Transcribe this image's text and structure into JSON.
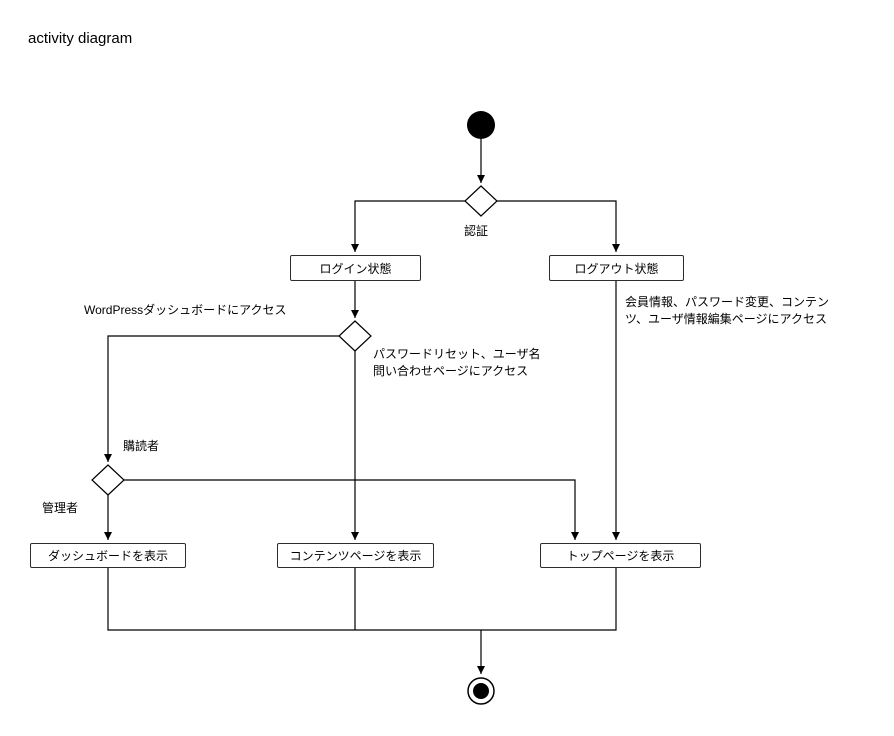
{
  "title": "activity diagram",
  "nodes": {
    "login_state": "ログイン状態",
    "logout_state": "ログアウト状態",
    "show_dashboard": "ダッシュボードを表示",
    "show_content": "コンテンツページを表示",
    "show_top": "トップページを表示"
  },
  "labels": {
    "auth": "認証",
    "wp_dashboard_access": "WordPressダッシュボードにアクセス",
    "password_reset_access": "パスワードリセット、ユーザ名\n問い合わせページにアクセス",
    "logout_pages_access": "会員情報、パスワード変更、コンテン\nツ、ユーザ情報編集ページにアクセス",
    "subscriber": "購読者",
    "admin": "管理者"
  }
}
